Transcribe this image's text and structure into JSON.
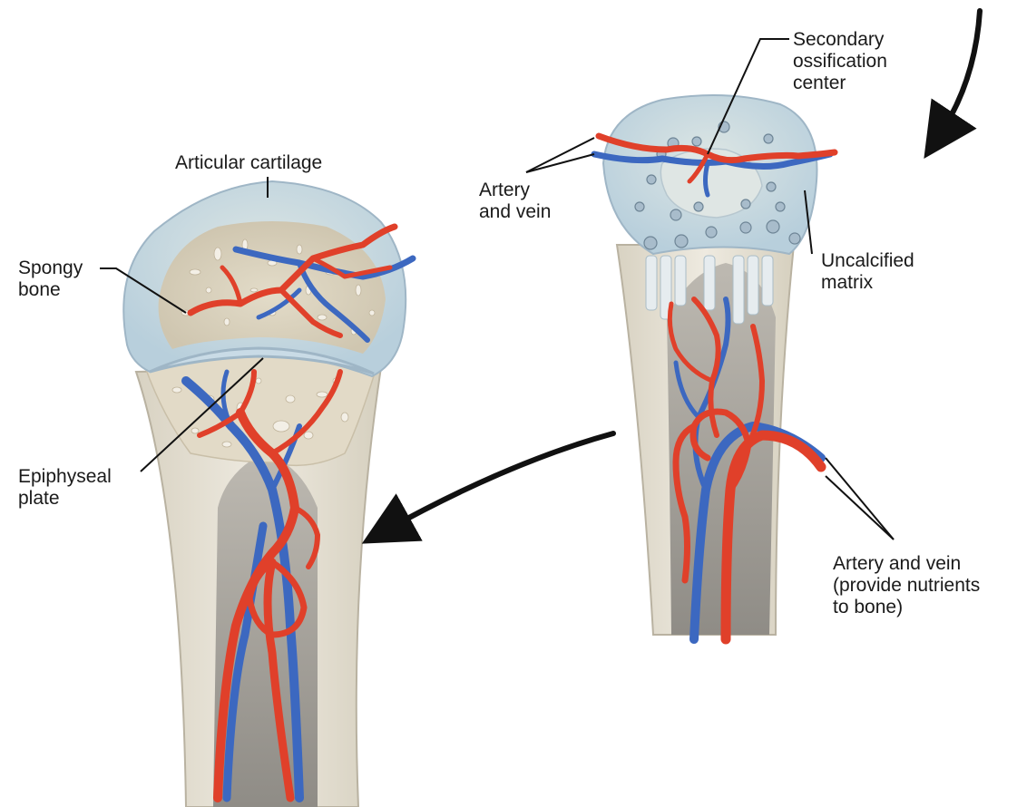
{
  "labels": {
    "secondary_ossification_center": "Secondary\nossification\ncenter",
    "artery_and_vein_top": "Artery\nand vein",
    "uncalcified_matrix": "Uncalcified\nmatrix",
    "articular_cartilage": "Articular cartilage",
    "spongy_bone": "Spongy\nbone",
    "epiphyseal_plate": "Epiphyseal\nplate",
    "artery_and_vein_nutrients": "Artery and vein\n(provide nutrients\nto bone)"
  },
  "colors": {
    "artery": "#e0402a",
    "artery_dark": "#b52b18",
    "vein": "#3c68c0",
    "vein_dark": "#2a4c95",
    "cartilage": "#cfe0ea",
    "cartilage_edge": "#9fb6c6",
    "bone": "#e8e3d6",
    "bone_edge": "#b9b2a1",
    "spongy": "#d9d0bc",
    "marrow": "#a9a6a0",
    "line": "#111111"
  }
}
